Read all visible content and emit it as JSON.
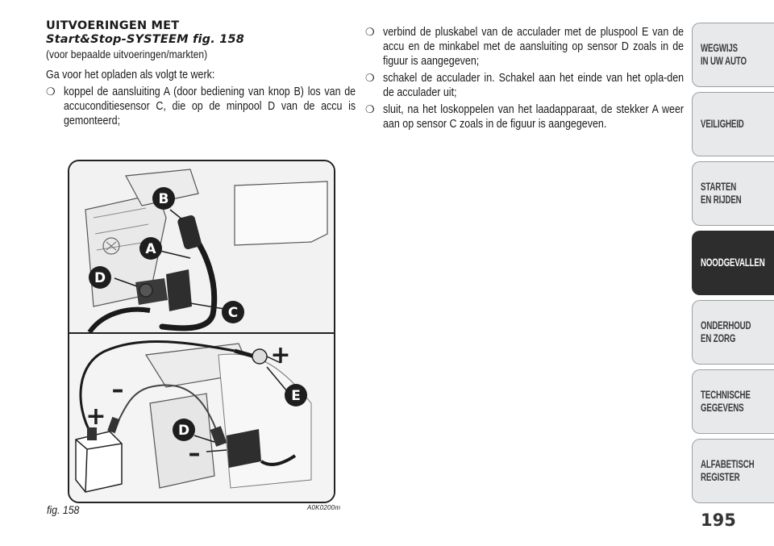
{
  "section": {
    "title_line1": "UITVOERINGEN MET",
    "title_line2": "Start&Stop-SYSTEEM fig. 158",
    "subnote": "(voor bepaalde uitvoeringen/markten)",
    "intro": "Ga voor het opladen als volgt te werk:"
  },
  "bullets_left": [
    {
      "mark": "❍",
      "text": "koppel de aansluiting A (door bediening van knop B) los van de accuconditiesensor C, die op de minpool D van de accu is gemonteerd;"
    }
  ],
  "bullets_right": [
    {
      "mark": "❍",
      "text": "verbind de pluskabel van de acculader met de pluspool E van de accu en de minkabel met de aansluiting op sensor D zoals in de figuur is aangegeven;"
    },
    {
      "mark": "❍",
      "text": "schakel de acculader in. Schakel aan het einde van het opla-den de acculader uit;"
    },
    {
      "mark": "❍",
      "text": "sluit, na het loskoppelen van het laadapparaat, de stekker A weer aan op sensor C zoals in de figuur is aangegeven."
    }
  ],
  "figure": {
    "caption": "fig. 158",
    "code": "A0K0200m",
    "callouts": {
      "a": "A",
      "b": "B",
      "c": "C",
      "d_top": "D",
      "d_bottom": "D",
      "e": "E",
      "plus_top": "+",
      "minus_left": "–",
      "plus_left": "+",
      "minus_bottom": "–"
    }
  },
  "tabs": [
    {
      "label": "WEGWIJS\nIN UW AUTO",
      "active": false
    },
    {
      "label": "VEILIGHEID",
      "active": false
    },
    {
      "label": "STARTEN\nEN RIJDEN",
      "active": false
    },
    {
      "label": "NOODGEVALLEN",
      "active": true
    },
    {
      "label": "ONDERHOUD\nEN ZORG",
      "active": false
    },
    {
      "label": "TECHNISCHE\nGEGEVENS",
      "active": false
    },
    {
      "label": "ALFABETISCH\nREGISTER",
      "active": false
    }
  ],
  "page_number": "195",
  "colors": {
    "tab_bg": "#e7e9ea",
    "tab_active_bg": "#2d2d2d",
    "callout": "#1e1e1e"
  }
}
